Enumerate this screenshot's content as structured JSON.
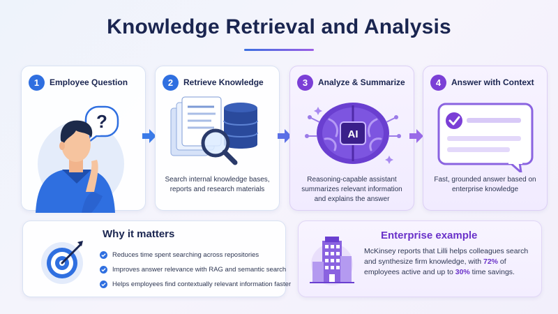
{
  "title": "Knowledge Retrieval and Analysis",
  "colors": {
    "blue": "#2f6fe0",
    "purple": "#7b3fd6",
    "navy": "#1a2550"
  },
  "steps": [
    {
      "number": "1",
      "title": "Employee Question",
      "description": "",
      "icon": "employee-thinking-icon"
    },
    {
      "number": "2",
      "title": "Retrieve Knowledge",
      "description": "Search internal knowledge bases, reports and research materials",
      "icon": "documents-database-search-icon"
    },
    {
      "number": "3",
      "title": "Analyze & Summarize",
      "description": "Reasoning-capable assistant summarizes relevant information and explains the answer",
      "icon": "ai-brain-icon"
    },
    {
      "number": "4",
      "title": "Answer with Context",
      "description": "Fast, grounded answer based on enterprise knowledge",
      "icon": "answer-chat-icon"
    }
  ],
  "question_mark": "?",
  "ai_label": "AI",
  "why": {
    "title": "Why it matters",
    "icon": "target-icon",
    "bullets": [
      "Reduces time spent searching across repositories",
      "Improves answer relevance with RAG and semantic search",
      "Helps employees find contextually relevant information faster"
    ]
  },
  "enterprise": {
    "title": "Enterprise example",
    "icon": "office-building-icon",
    "text_part1": "McKinsey reports that Lilli helps colleagues search and synthesize firm knowledge, with ",
    "highlight1": "72%",
    "text_part2": " of employees active and up to ",
    "highlight2": "30%",
    "text_part3": " time savings."
  }
}
